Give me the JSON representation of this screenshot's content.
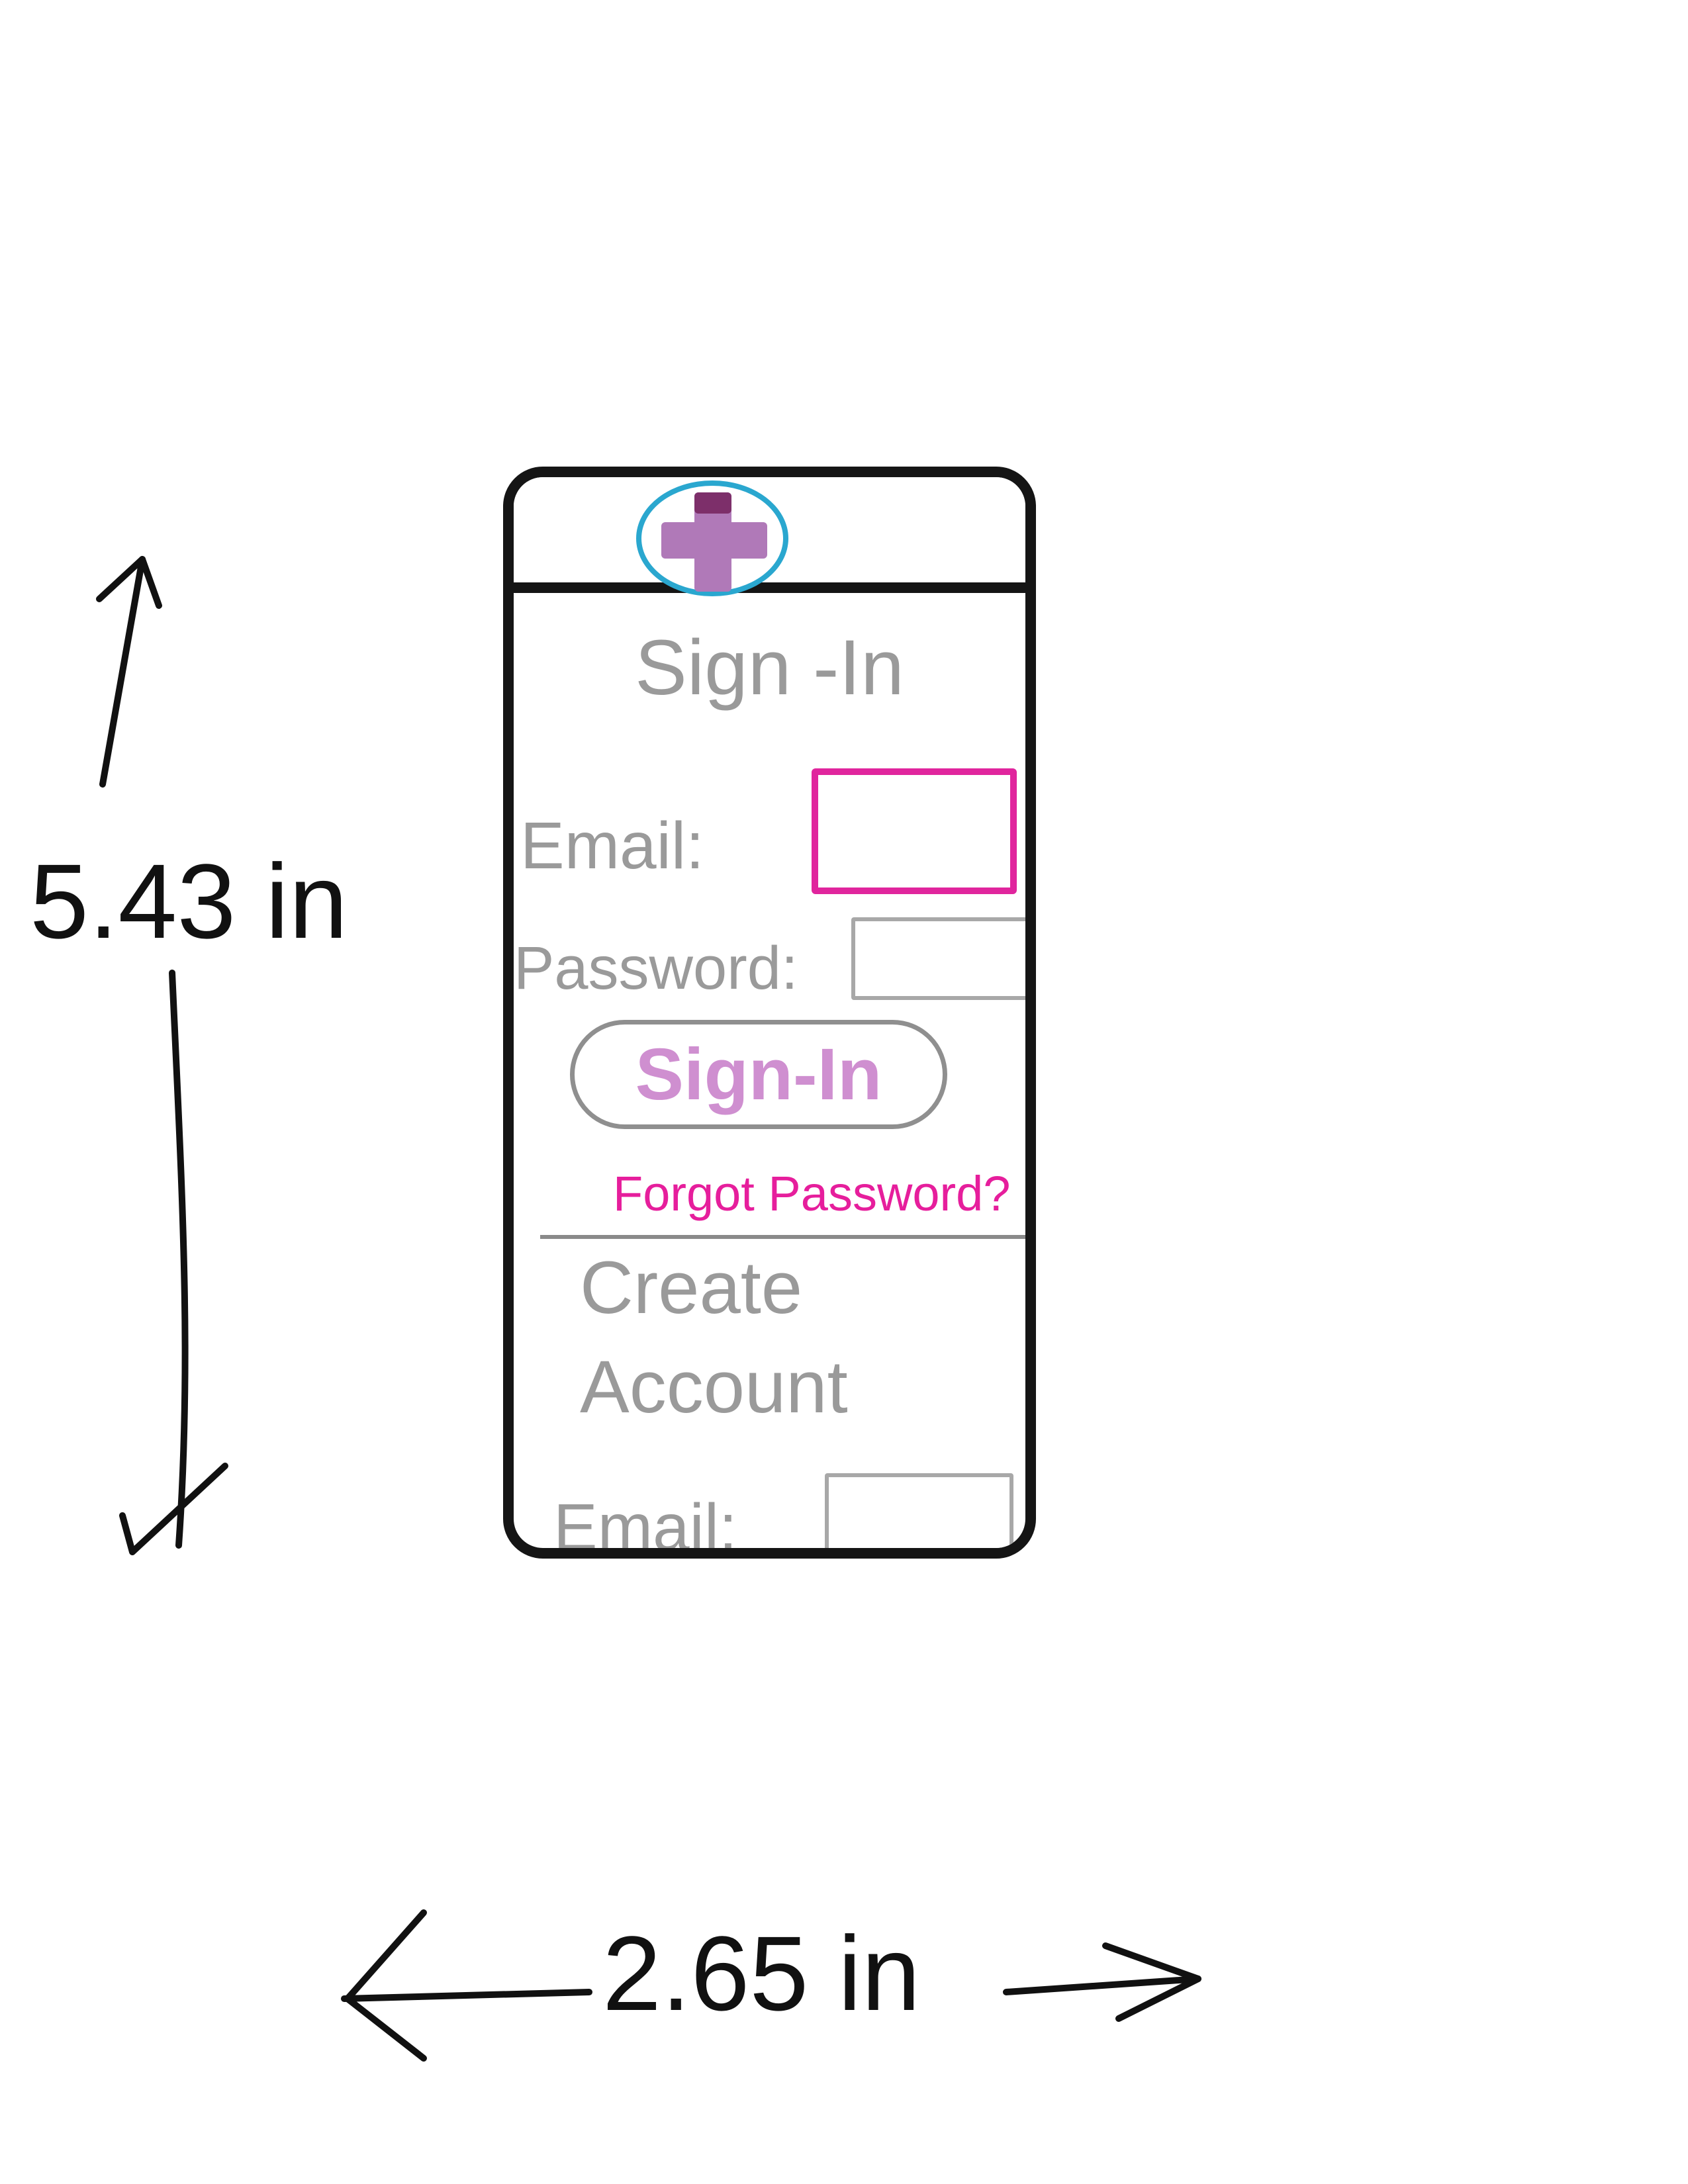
{
  "header": {
    "logo_icon": "medical-cross-icon",
    "ring_color": "#2aa7cf",
    "cross_color": "#b079b8"
  },
  "signin": {
    "title": "Sign -In",
    "email_label": "Email:",
    "email_value": "",
    "password_label": "Password:",
    "password_value": "",
    "button_label": "Sign-In",
    "forgot_link": "Forgot Password?",
    "accent_color": "#e0259d"
  },
  "create_account": {
    "heading": "Create Account",
    "email_label": "Email:",
    "email_value": ""
  },
  "annotations": {
    "height": "5.43 in",
    "width": "2.65 in"
  }
}
